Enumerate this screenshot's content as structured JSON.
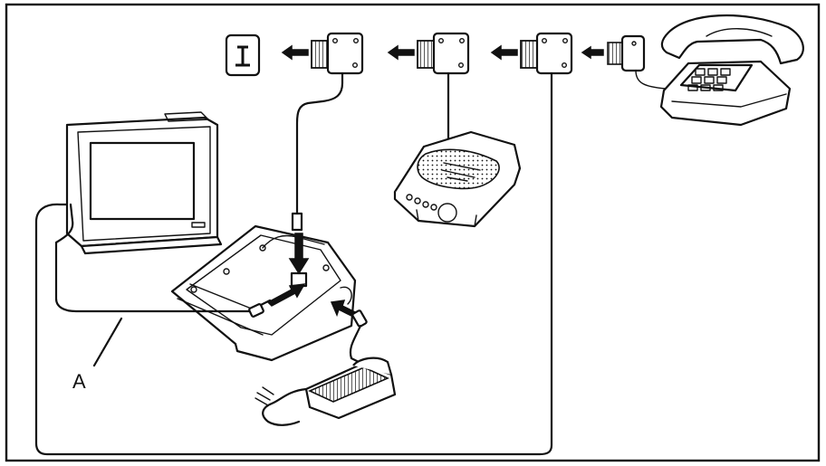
{
  "figure": {
    "wall_jack_symbol": "wall-jack-icon",
    "callout_label": "A"
  },
  "components": [
    {
      "name": "television",
      "icon": "tv-icon"
    },
    {
      "name": "main-unit",
      "icon": "receiver-unit-icon"
    },
    {
      "name": "ac-adapter",
      "icon": "power-adapter-icon"
    },
    {
      "name": "answering-machine",
      "icon": "answering-machine-icon"
    },
    {
      "name": "telephone",
      "icon": "telephone-icon"
    },
    {
      "name": "modular-jack-adapter",
      "icon": "splitter-icon"
    }
  ]
}
